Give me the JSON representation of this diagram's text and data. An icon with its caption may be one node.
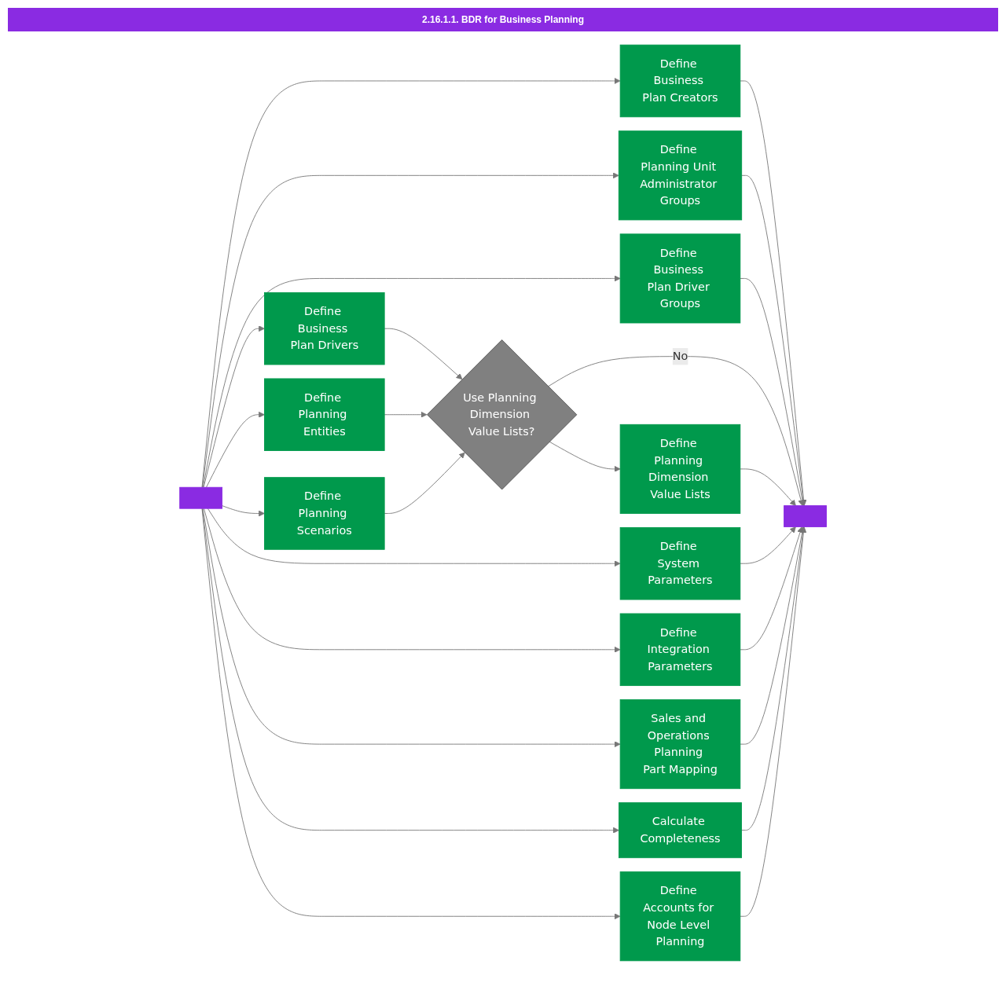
{
  "diagram": {
    "title": "2.16.1.1. BDR for Business Planning",
    "nodes": [
      {
        "text": [],
        "shape": "box"
      },
      {
        "text": [
          "Define Business Plan Creators"
        ]
      },
      {
        "text": [],
        "shape": "box"
      },
      {
        "text": [
          "Define Planning Unit Administrator Groups"
        ]
      },
      {
        "text": [
          "Define Business Plan Driver Groups"
        ]
      },
      {
        "text": [
          "Define Business Plan Drivers"
        ]
      },
      {
        "text": [
          "Use Planning Dimension Value Lists?"
        ]
      },
      {
        "text": [
          "Define Planning Entities"
        ]
      },
      {
        "text": [
          "Define Planning Scenarios"
        ]
      },
      {
        "text": [
          "Define Planning Dimension Value Lists"
        ]
      },
      {
        "text": [
          "Define System Parameters"
        ]
      },
      {
        "text": [
          "Define Integration Parameters"
        ]
      },
      {
        "text": [
          "Sales and Operations Planning Part Mapping"
        ]
      },
      {
        "text": [
          "Calculate Completeness"
        ]
      },
      {
        "text": [
          "Define Accounts for Node Level Planning"
        ]
      }
    ],
    "edges": [
      {
        "from": 0,
        "to": 1,
        "arrow": "to"
      },
      {
        "from": 0,
        "to": 3,
        "arrow": "to"
      },
      {
        "from": 0,
        "to": 4,
        "arrow": "to"
      },
      {
        "from": 0,
        "to": 5,
        "arrow": "to"
      },
      {
        "from": 0,
        "to": 7,
        "arrow": "to"
      },
      {
        "from": 0,
        "to": 8,
        "arrow": "to"
      },
      {
        "from": 0,
        "to": 10,
        "arrow": "to"
      },
      {
        "from": 0,
        "to": 11,
        "arrow": "to"
      },
      {
        "from": 0,
        "to": 12,
        "arrow": "to"
      },
      {
        "from": 0,
        "to": 13,
        "arrow": "to"
      },
      {
        "from": 0,
        "to": 14,
        "arrow": "to"
      },
      {
        "from": 1,
        "to": 2,
        "arrow": "to"
      },
      {
        "from": 3,
        "to": 2,
        "arrow": "to"
      },
      {
        "from": 4,
        "to": 2,
        "arrow": "to"
      },
      {
        "from": 5,
        "to": 6,
        "arrow": "to"
      },
      {
        "from": 7,
        "to": 6,
        "arrow": "to"
      },
      {
        "from": 8,
        "to": 6,
        "arrow": "to"
      },
      {
        "from": 6,
        "to": 2,
        "label": "No",
        "arrow": "to"
      },
      {
        "from": 6,
        "to": 9,
        "arrow": "to"
      },
      {
        "from": 9,
        "to": 2,
        "arrow": "to"
      },
      {
        "from": 10,
        "to": 2,
        "arrow": "to"
      },
      {
        "from": 11,
        "to": 2,
        "arrow": "to"
      },
      {
        "from": 12,
        "to": 2,
        "arrow": "to"
      },
      {
        "from": 13,
        "to": 2,
        "arrow": "to"
      },
      {
        "from": 14,
        "to": 2,
        "arrow": "to"
      }
    ]
  }
}
